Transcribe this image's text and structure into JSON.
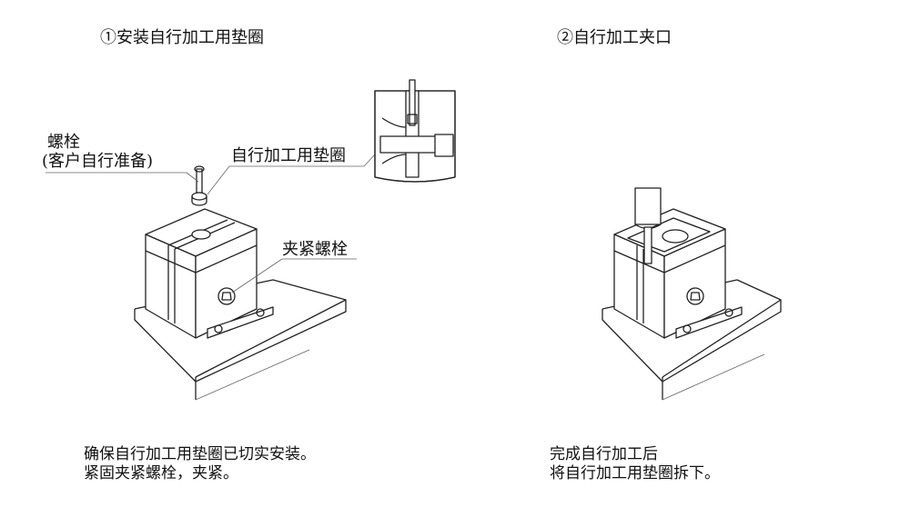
{
  "step1": {
    "title": "①安装自行加工用垫圈",
    "labels": {
      "bolt": "螺栓",
      "bolt_note": "(客户自行准备)",
      "washer": "自行加工用垫圈",
      "clamp_bolt": "夹紧螺栓"
    },
    "caption": [
      "确保自行加工用垫圈已切实安装。",
      "紧固夹紧螺栓，夹紧。"
    ]
  },
  "step2": {
    "title": "②自行加工夹口",
    "caption": [
      "完成自行加工后",
      "将自行加工用垫圈拆下。"
    ]
  }
}
